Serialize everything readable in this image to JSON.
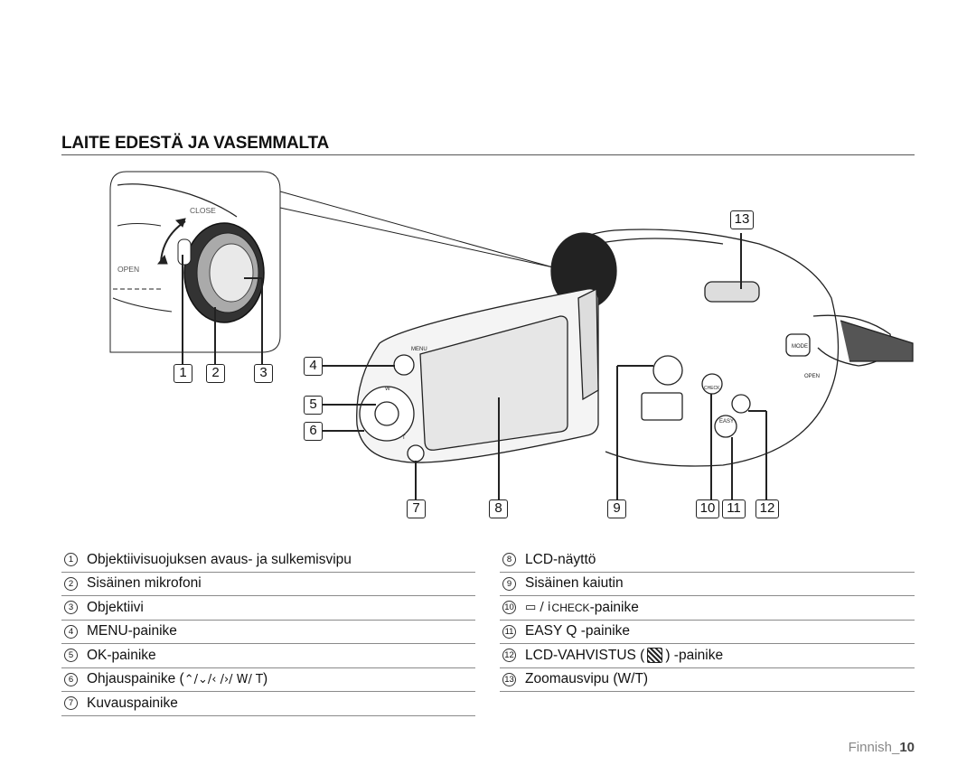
{
  "page": {
    "title": "LAITE EDESTÄ JA VASEMMALTA",
    "footer_language": "Finnish_",
    "footer_page": "10"
  },
  "figure": {
    "inset_labels": {
      "close": "CLOSE",
      "open": "OPEN"
    },
    "device_labels": {
      "menu": "MENU",
      "mode": "MODE",
      "open": "OPEN",
      "easy": "EASY",
      "check": "CHECK",
      "w": "W",
      "t": "T"
    },
    "callouts": [
      "1",
      "2",
      "3",
      "4",
      "5",
      "6",
      "7",
      "8",
      "9",
      "10",
      "11",
      "12",
      "13"
    ]
  },
  "legend": {
    "left": [
      {
        "num": "1",
        "text": "Objektiivisuojuksen avaus- ja sulkemisvipu"
      },
      {
        "num": "2",
        "text": "Sisäinen mikrofoni"
      },
      {
        "num": "3",
        "text": "Objektiivi"
      },
      {
        "num": "4",
        "text": "MENU-painike"
      },
      {
        "num": "5",
        "text": "OK-painike"
      },
      {
        "num": "6",
        "text_prefix": "Ohjauspainike (",
        "symbols": "⌃/⌄/‹ /›/ W/ T",
        "text_suffix": " )"
      },
      {
        "num": "7",
        "text": "Kuvauspainike"
      }
    ],
    "right": [
      {
        "num": "8",
        "text": "LCD-näyttö"
      },
      {
        "num": "9",
        "text": "Sisäinen kaiutin"
      },
      {
        "num": "10",
        "symbol": "▭ / i",
        "check": "CHECK",
        "text": " -painike"
      },
      {
        "num": "11",
        "text": "EASY Q -painike"
      },
      {
        "num": "12",
        "text_prefix": "LCD-VAHVISTUS (",
        "text_suffix": ") -painike"
      },
      {
        "num": "13",
        "text": "Zoomausvipu (W/T)"
      }
    ]
  }
}
